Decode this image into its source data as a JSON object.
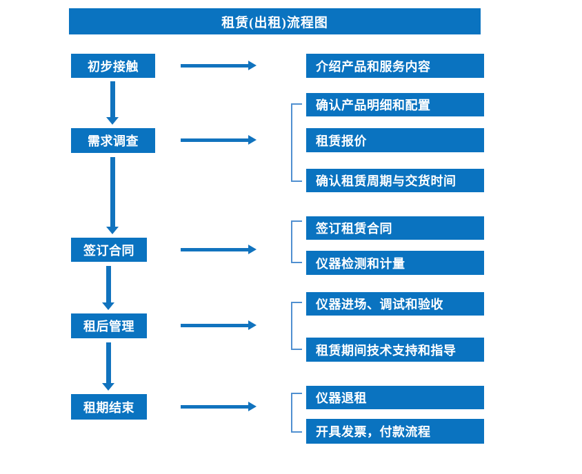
{
  "diagram": {
    "title": "租赁(出租)流程图",
    "colors": {
      "box_blue": "#0a73c0",
      "arrow_blue": "#1173be",
      "bracket_blue": "#4f8fd0",
      "text_white": "#ffffff",
      "background": "#ffffff"
    },
    "stages": [
      {
        "label": "初步接触"
      },
      {
        "label": "需求调查"
      },
      {
        "label": "签订合同"
      },
      {
        "label": "租后管理"
      },
      {
        "label": "租期结束"
      }
    ],
    "details": [
      {
        "label": "介绍产品和服务内容"
      },
      {
        "label": "确认产品明细和配置"
      },
      {
        "label": "租赁报价"
      },
      {
        "label": "确认租赁周期与交货时间"
      },
      {
        "label": "签订租赁合同"
      },
      {
        "label": "仪器检测和计量"
      },
      {
        "label": "仪器进场、调试和验收"
      },
      {
        "label": "租赁期间技术支持和指导"
      },
      {
        "label": "仪器退租"
      },
      {
        "label": "开具发票，付款流程"
      }
    ],
    "connectors": {
      "horizontal_arrow_count": 5,
      "vertical_arrow_count": 4,
      "bracket_count": 4
    }
  }
}
